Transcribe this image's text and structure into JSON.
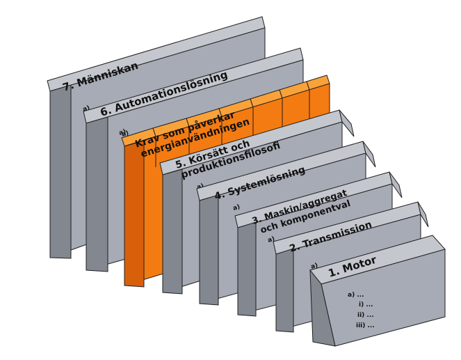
{
  "blocks": [
    {
      "id": "block-7",
      "label": "7. Människan",
      "sub": "a)",
      "color": "gray"
    },
    {
      "id": "block-6",
      "label": "6. Automationslösning",
      "sub": "a)",
      "color": "gray"
    },
    {
      "id": "block-orange",
      "label_lines": [
        "Krav som påverkar",
        "energianvändningen"
      ],
      "sub": "",
      "color": "orange"
    },
    {
      "id": "block-5",
      "label_lines": [
        "5. Körsätt och",
        "produktionsfilosofi"
      ],
      "sub": "a)",
      "color": "gray"
    },
    {
      "id": "block-4",
      "label": "4. Systemlösning",
      "sub": "a)",
      "color": "gray"
    },
    {
      "id": "block-3",
      "label_lines": [
        "3. Maskin/aggregat",
        "och komponentval"
      ],
      "sub": "a)",
      "color": "gray"
    },
    {
      "id": "block-2",
      "label": "2. Transmission",
      "sub": "a)",
      "color": "gray"
    },
    {
      "id": "block-1",
      "label": "1. Motor",
      "sub": "a)",
      "color": "gray"
    }
  ],
  "motor_list": [
    "a) ...",
    "i) ...",
    "ii) ...",
    "iii) ..."
  ],
  "colors": {
    "gray_front": "#a7abb5",
    "gray_side": "#83878f",
    "gray_top": "#c4c7ce",
    "orange_front": "#f47b12",
    "orange_side": "#d8600a",
    "orange_top": "#f9a23a",
    "edge": "#1e1e1e"
  }
}
